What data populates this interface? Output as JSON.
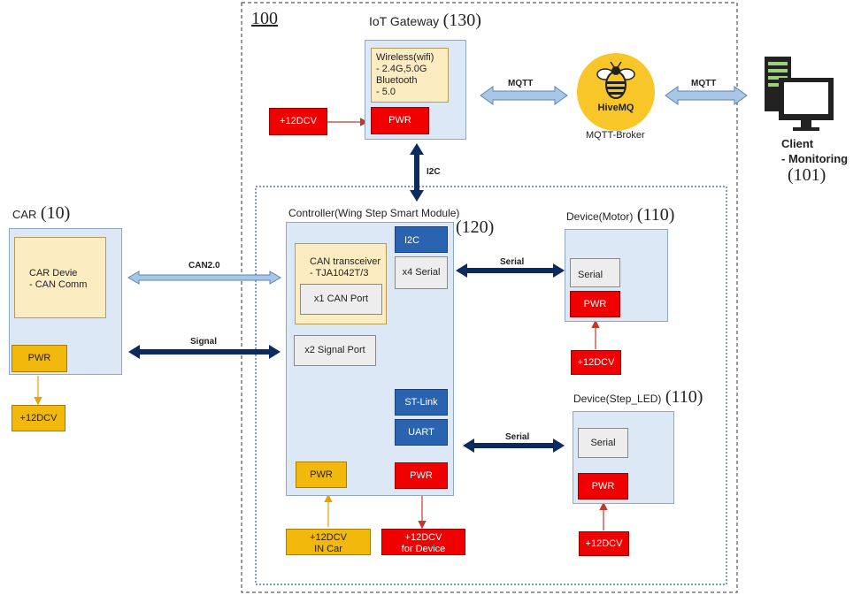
{
  "system": {
    "ref": "100"
  },
  "gateway": {
    "title": "IoT Gateway",
    "ref": "(130)",
    "wireless": [
      "Wireless(wifi)",
      "- 2.4G,5.0G",
      "Bluetooth",
      "- 5.0"
    ],
    "pwr": "PWR",
    "power_in": "+12DCV"
  },
  "broker": {
    "logo": "HiveMQ",
    "label": "MQTT-Broker"
  },
  "client": {
    "title": "Client",
    "sub": "- Monitoring",
    "ref": "(101)"
  },
  "car": {
    "title": "CAR",
    "ref": "(10)",
    "device": [
      "CAR Devie",
      "- CAN Comm"
    ],
    "pwr": "PWR",
    "power": "+12DCV"
  },
  "controller": {
    "title": "Controller(Wing Step Smart Module)",
    "ref": "(120)",
    "can_transceiver": [
      "CAN transceiver",
      "- TJA1042T/3"
    ],
    "can_port": "x1 CAN Port",
    "signal_port": "x2 Signal Port",
    "i2c": "I2C",
    "serial": "x4 Serial",
    "stlink": "ST-Link",
    "uart": "UART",
    "pwr_in": "PWR",
    "pwr_out": "PWR",
    "power_in": [
      "+12DCV",
      "IN Car"
    ],
    "power_out": [
      "+12DCV",
      "for Device"
    ]
  },
  "motor": {
    "title": "Device(Motor)",
    "ref": "(110)",
    "serial": "Serial",
    "pwr": "PWR",
    "power": "+12DCV"
  },
  "led": {
    "title": "Device(Step_LED)",
    "ref": "(110)",
    "serial": "Serial",
    "pwr": "PWR",
    "power": "+12DCV"
  },
  "links": {
    "mqtt_left": "MQTT",
    "mqtt_right": "MQTT",
    "i2c": "I2C",
    "can": "CAN2.0",
    "signal": "Signal",
    "serial_motor": "Serial",
    "serial_led": "Serial"
  },
  "colors": {
    "block": "#dce8f5",
    "red": "#f00000",
    "navy_arrow": "#0b2a5e",
    "light_arrow": "#a9c6e6",
    "gold": "#f2b80c"
  }
}
